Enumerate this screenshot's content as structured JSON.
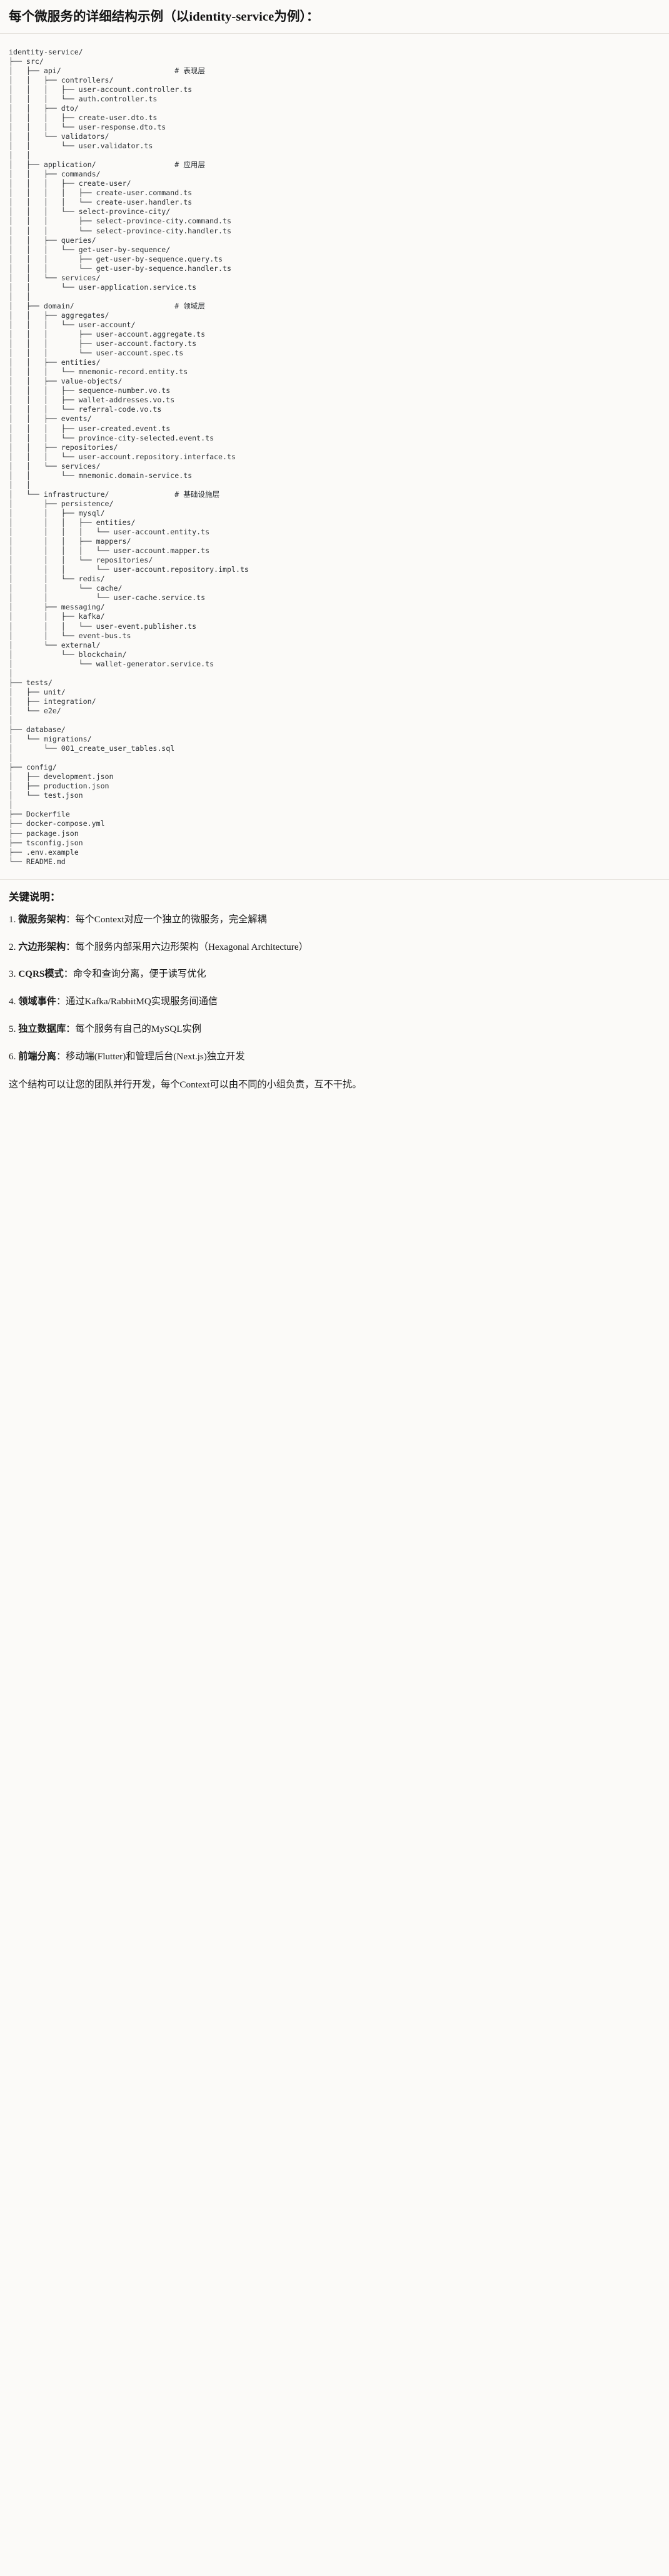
{
  "document": {
    "title": "每个微服务的详细结构示例（以identity-service为例）："
  },
  "tree": {
    "root": "identity-service/",
    "lines": [
      "identity-service/",
      "├── src/",
      "│   ├── api/                          # 表现层",
      "│   │   ├── controllers/",
      "│   │   │   ├── user-account.controller.ts",
      "│   │   │   └── auth.controller.ts",
      "│   │   ├── dto/",
      "│   │   │   ├── create-user.dto.ts",
      "│   │   │   └── user-response.dto.ts",
      "│   │   └── validators/",
      "│   │       └── user.validator.ts",
      "│   │",
      "│   ├── application/                  # 应用层",
      "│   │   ├── commands/",
      "│   │   │   ├── create-user/",
      "│   │   │   │   ├── create-user.command.ts",
      "│   │   │   │   └── create-user.handler.ts",
      "│   │   │   └── select-province-city/",
      "│   │   │       ├── select-province-city.command.ts",
      "│   │   │       └── select-province-city.handler.ts",
      "│   │   ├── queries/",
      "│   │   │   └── get-user-by-sequence/",
      "│   │   │       ├── get-user-by-sequence.query.ts",
      "│   │   │       └── get-user-by-sequence.handler.ts",
      "│   │   └── services/",
      "│   │       └── user-application.service.ts",
      "│   │",
      "│   ├── domain/                       # 领域层",
      "│   │   ├── aggregates/",
      "│   │   │   └── user-account/",
      "│   │   │       ├── user-account.aggregate.ts",
      "│   │   │       ├── user-account.factory.ts",
      "│   │   │       └── user-account.spec.ts",
      "│   │   ├── entities/",
      "│   │   │   └── mnemonic-record.entity.ts",
      "│   │   ├── value-objects/",
      "│   │   │   ├── sequence-number.vo.ts",
      "│   │   │   ├── wallet-addresses.vo.ts",
      "│   │   │   └── referral-code.vo.ts",
      "│   │   ├── events/",
      "│   │   │   ├── user-created.event.ts",
      "│   │   │   └── province-city-selected.event.ts",
      "│   │   ├── repositories/",
      "│   │   │   └── user-account.repository.interface.ts",
      "│   │   └── services/",
      "│   │       └── mnemonic.domain-service.ts",
      "│   │",
      "│   └── infrastructure/               # 基础设施层",
      "│       ├── persistence/",
      "│       │   ├── mysql/",
      "│       │   │   ├── entities/",
      "│       │   │   │   └── user-account.entity.ts",
      "│       │   │   ├── mappers/",
      "│       │   │   │   └── user-account.mapper.ts",
      "│       │   │   └── repositories/",
      "│       │   │       └── user-account.repository.impl.ts",
      "│       │   └── redis/",
      "│       │       └── cache/",
      "│       │           └── user-cache.service.ts",
      "│       ├── messaging/",
      "│       │   ├── kafka/",
      "│       │   │   └── user-event.publisher.ts",
      "│       │   └── event-bus.ts",
      "│       └── external/",
      "│           └── blockchain/",
      "│               └── wallet-generator.service.ts",
      "│",
      "├── tests/",
      "│   ├── unit/",
      "│   ├── integration/",
      "│   └── e2e/",
      "│",
      "├── database/",
      "│   └── migrations/",
      "│       └── 001_create_user_tables.sql",
      "│",
      "├── config/",
      "│   ├── development.json",
      "│   ├── production.json",
      "│   └── test.json",
      "│",
      "├── Dockerfile",
      "├── docker-compose.yml",
      "├── package.json",
      "├── tsconfig.json",
      "├── .env.example",
      "└── README.md"
    ],
    "layer_comments": [
      "# 表现层",
      "# 应用层",
      "# 领域层",
      "# 基础设施层"
    ]
  },
  "notes": {
    "heading": "关键说明：",
    "items": [
      {
        "num": "1.",
        "term": "微服务架构",
        "sep": "：",
        "desc": "每个Context对应一个独立的微服务，完全解耦"
      },
      {
        "num": "2.",
        "term": "六边形架构",
        "sep": "：",
        "desc": "每个服务内部采用六边形架构（Hexagonal Architecture）"
      },
      {
        "num": "3.",
        "term": "CQRS模式",
        "sep": "：",
        "desc": "命令和查询分离，便于读写优化"
      },
      {
        "num": "4.",
        "term": "领域事件",
        "sep": "：",
        "desc": "通过Kafka/RabbitMQ实现服务间通信"
      },
      {
        "num": "5.",
        "term": "独立数据库",
        "sep": "：",
        "desc": "每个服务有自己的MySQL实例"
      },
      {
        "num": "6.",
        "term": "前端分离",
        "sep": "：",
        "desc": "移动端(Flutter)和管理后台(Next.js)独立开发"
      }
    ],
    "closing": "这个结构可以让您的团队并行开发，每个Context可以由不同的小组负责，互不干扰。"
  }
}
